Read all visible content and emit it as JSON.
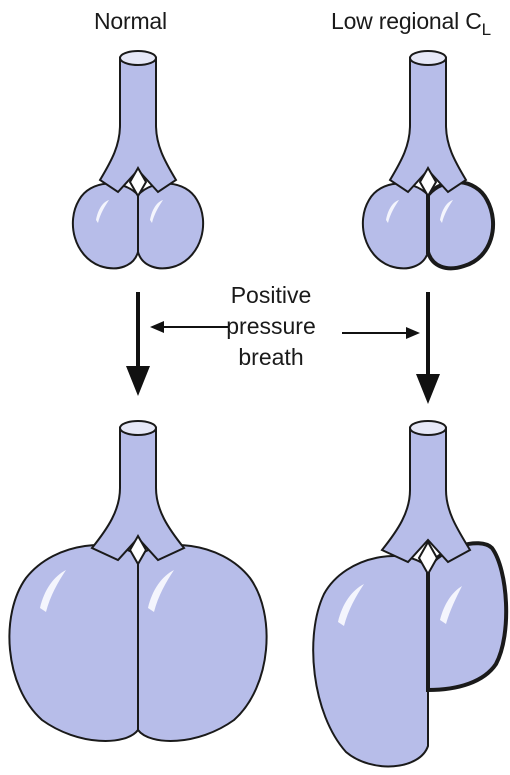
{
  "titles": {
    "normal": "Normal",
    "low_prefix": "Low regional C",
    "low_subscript": "L"
  },
  "center_label": {
    "line1": "Positive",
    "line2": "pressure",
    "line3": "breath"
  },
  "colors": {
    "lung_fill": "#b7bde9",
    "lung_outline": "#1a1a1a",
    "highlight": "#f4f5fd",
    "arrow": "#111111"
  }
}
